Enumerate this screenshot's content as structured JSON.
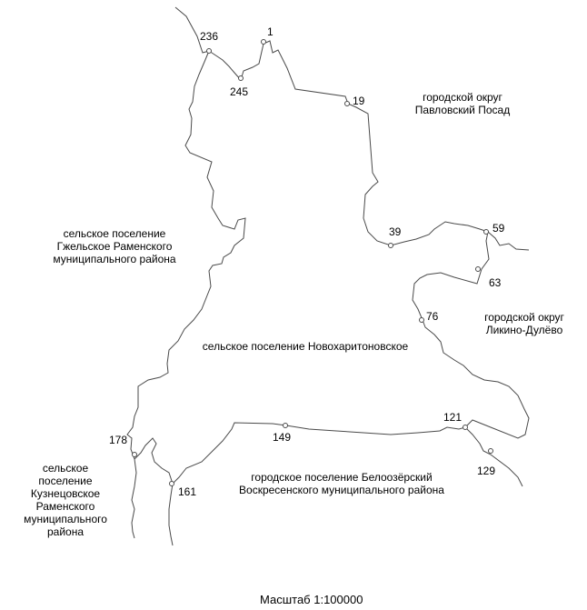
{
  "regions": {
    "pavlovsky": [
      "городской округ",
      "Павловский Посад"
    ],
    "gzhel": [
      "сельское поселение",
      "Гжельское Раменского",
      "муниципального района"
    ],
    "novokharit": [
      "сельское поселение Новохаритоновское"
    ],
    "likino": [
      "городской округ",
      "Ликино-Дулёво"
    ],
    "kuznetsov": [
      "сельское",
      "поселение",
      "Кузнецовское",
      "Раменского",
      "муниципального",
      "района"
    ],
    "beloozer": [
      "городское поселение Белоозёрский",
      "Воскресенского муниципального района"
    ]
  },
  "points": [
    "236",
    "1",
    "245",
    "19",
    "39",
    "59",
    "63",
    "76",
    "121",
    "129",
    "149",
    "178",
    "161"
  ],
  "scale": "Масштаб 1:100000"
}
